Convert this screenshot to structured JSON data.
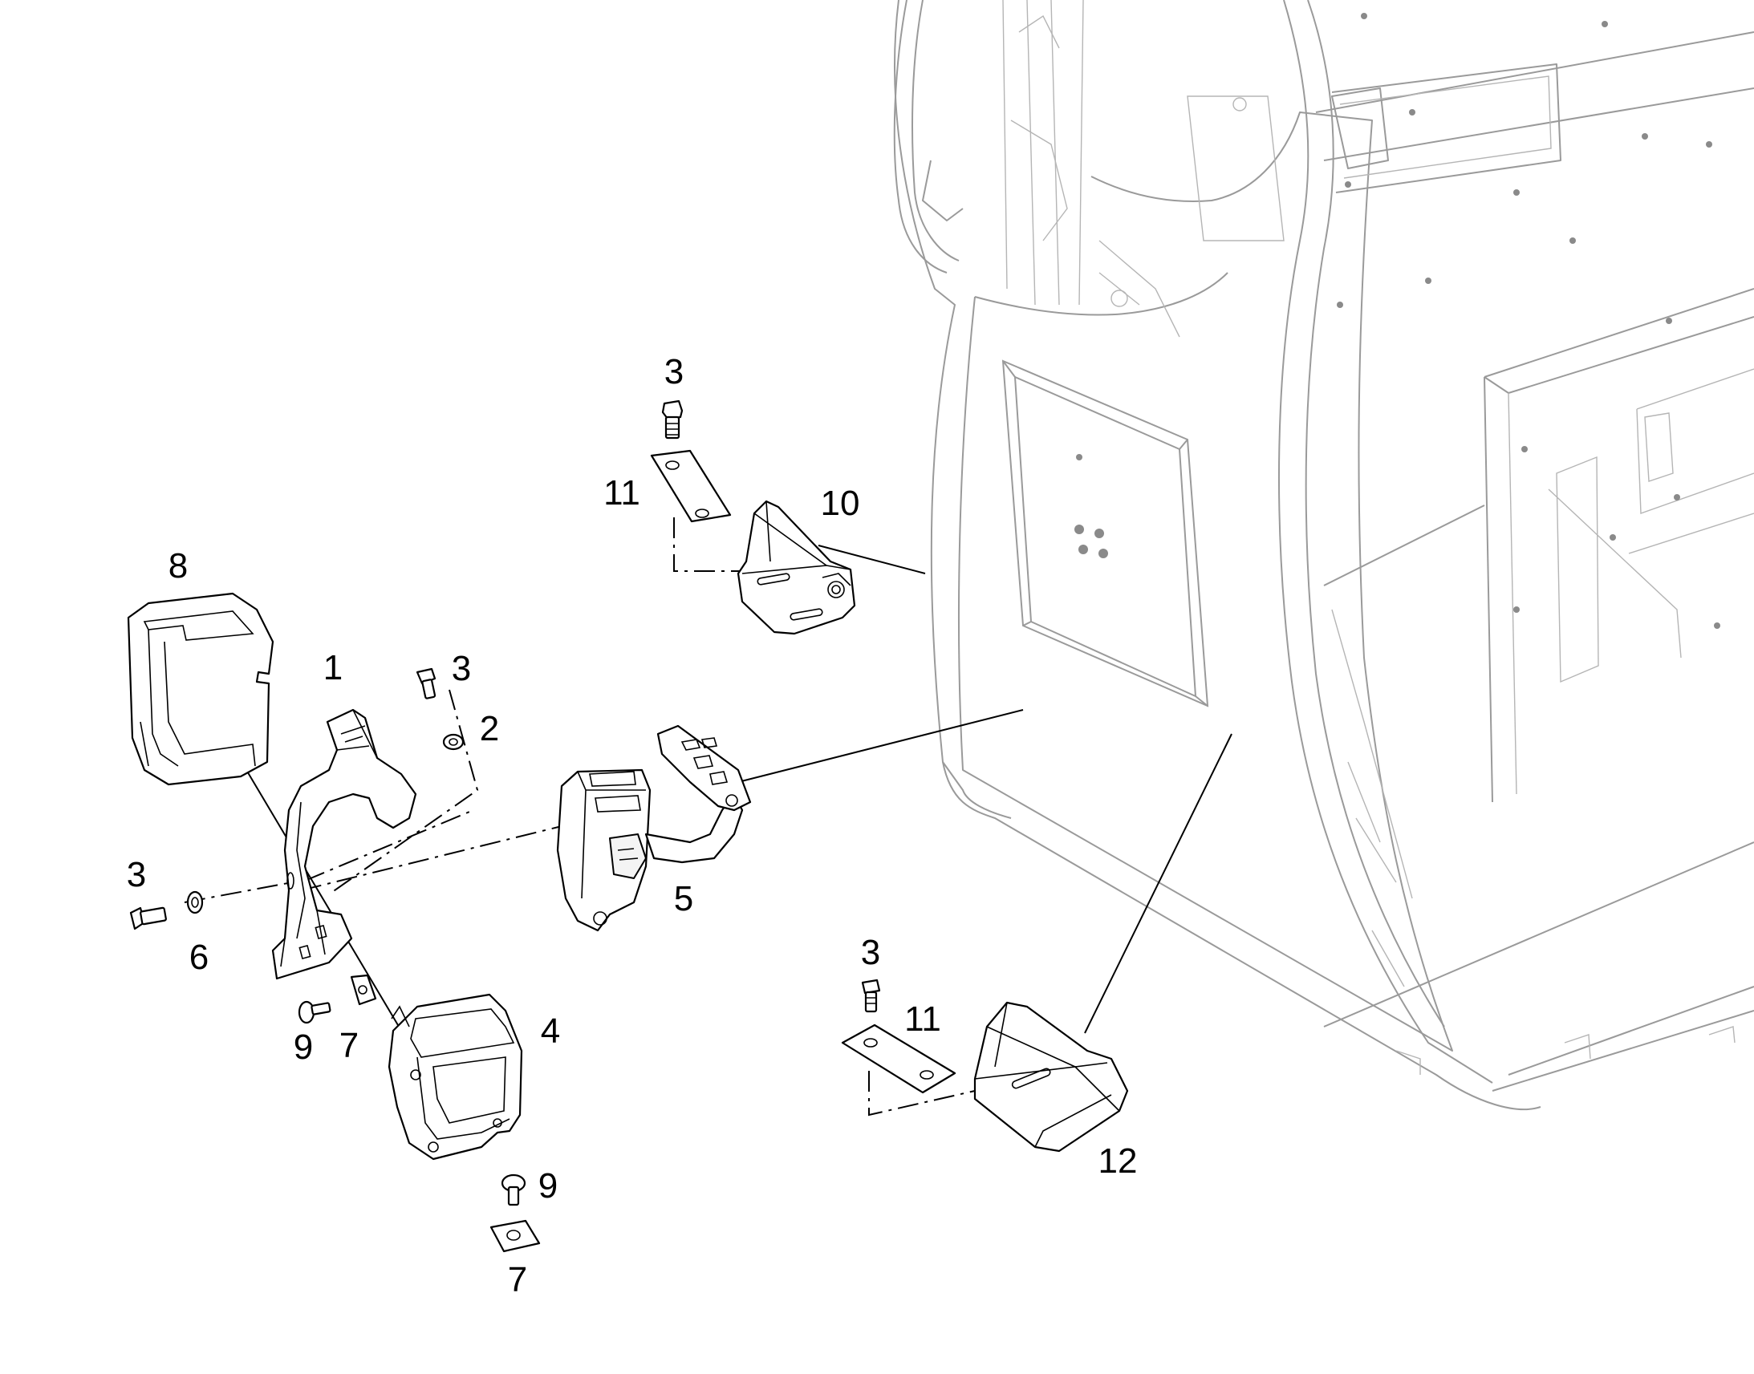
{
  "callouts": [
    {
      "id": "c1",
      "text": "1"
    },
    {
      "id": "c2",
      "text": "2"
    },
    {
      "id": "c3a",
      "text": "3"
    },
    {
      "id": "c3b",
      "text": "3"
    },
    {
      "id": "c3c",
      "text": "3"
    },
    {
      "id": "c3d",
      "text": "3"
    },
    {
      "id": "c4",
      "text": "4"
    },
    {
      "id": "c5",
      "text": "5"
    },
    {
      "id": "c6",
      "text": "6"
    },
    {
      "id": "c7a",
      "text": "7"
    },
    {
      "id": "c7b",
      "text": "7"
    },
    {
      "id": "c8",
      "text": "8"
    },
    {
      "id": "c9a",
      "text": "9"
    },
    {
      "id": "c9b",
      "text": "9"
    },
    {
      "id": "c10",
      "text": "10"
    },
    {
      "id": "c11a",
      "text": "11"
    },
    {
      "id": "c11b",
      "text": "11"
    },
    {
      "id": "c12",
      "text": "12"
    }
  ],
  "colors": {
    "line": "#000000",
    "background_line": "#9a9a9a",
    "paper": "#ffffff"
  }
}
